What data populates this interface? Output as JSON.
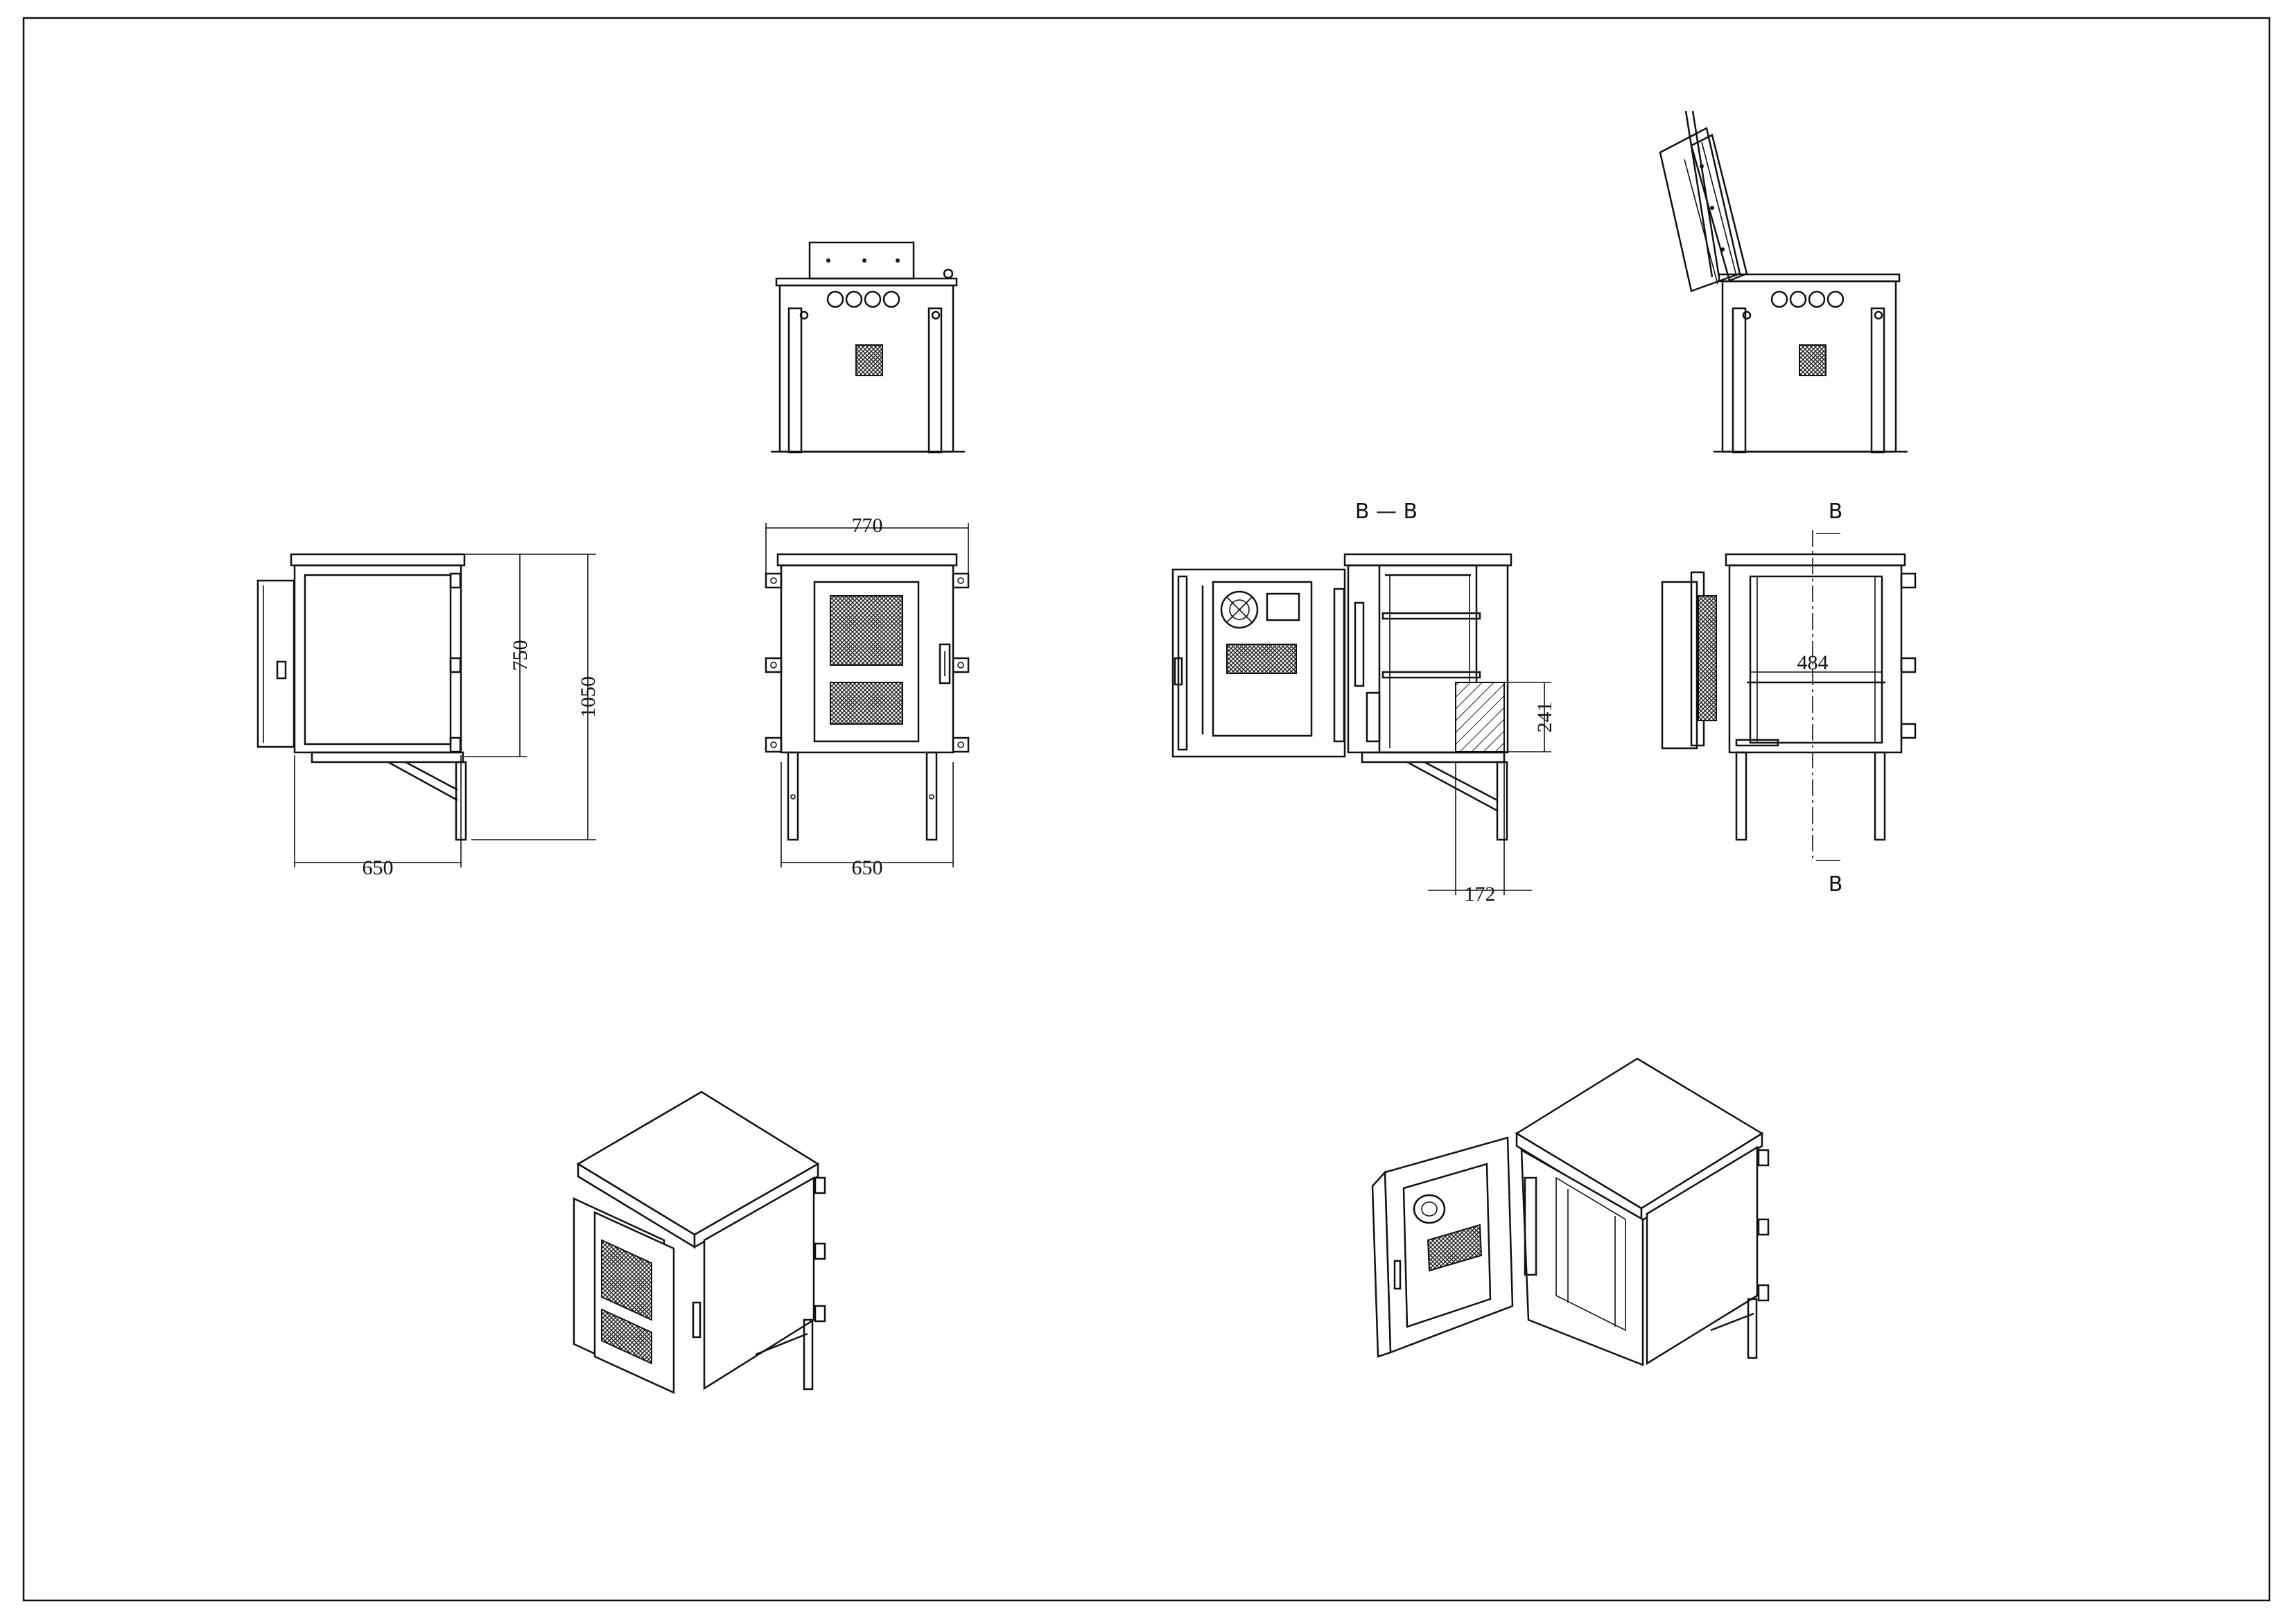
{
  "drawing": {
    "section_label": "B — B",
    "section_markers": {
      "top": "B",
      "bottom": "B"
    },
    "dimensions": {
      "side_width": "650",
      "front_top_width": "770",
      "front_bottom_width": "650",
      "height_box": "750",
      "height_total": "1050",
      "section_offset": "172",
      "section_height": "241",
      "inner_width": "484"
    }
  }
}
